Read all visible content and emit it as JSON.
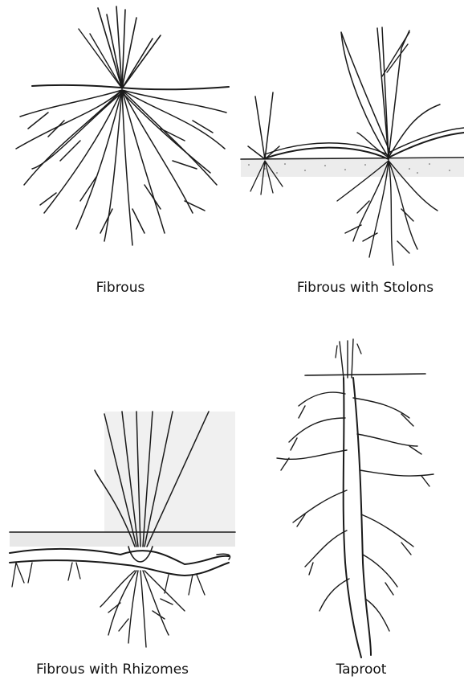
{
  "panels": [
    {
      "caption": "Fibrous"
    },
    {
      "caption": "Fibrous with Stolons"
    },
    {
      "caption": "Fibrous with Rhizomes"
    },
    {
      "caption": "Taproot"
    }
  ]
}
